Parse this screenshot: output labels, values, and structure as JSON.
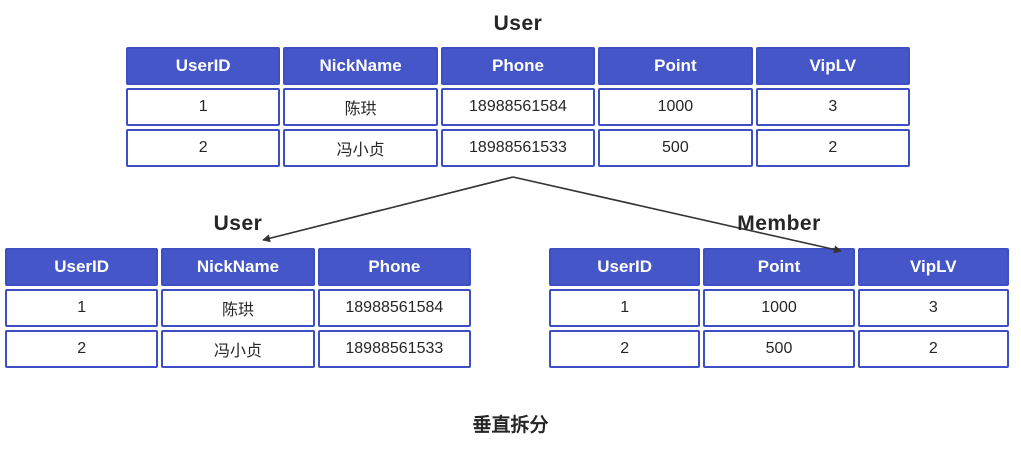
{
  "diagram": {
    "caption": "垂直拆分",
    "accent_color": "#4456c8",
    "border_color": "#3e4fc3",
    "arrow_color": "#333333"
  },
  "tables": {
    "source": {
      "title": "User",
      "headers": [
        "UserID",
        "NickName",
        "Phone",
        "Point",
        "VipLV"
      ],
      "rows": [
        [
          "1",
          "陈珙",
          "18988561584",
          "1000",
          "3"
        ],
        [
          "2",
          "冯小贞",
          "18988561533",
          "500",
          "2"
        ]
      ]
    },
    "split_left": {
      "title": "User",
      "headers": [
        "UserID",
        "NickName",
        "Phone"
      ],
      "rows": [
        [
          "1",
          "陈珙",
          "18988561584"
        ],
        [
          "2",
          "冯小贞",
          "18988561533"
        ]
      ]
    },
    "split_right": {
      "title": "Member",
      "headers": [
        "UserID",
        "Point",
        "VipLV"
      ],
      "rows": [
        [
          "1",
          "1000",
          "3"
        ],
        [
          "2",
          "500",
          "2"
        ]
      ]
    }
  }
}
